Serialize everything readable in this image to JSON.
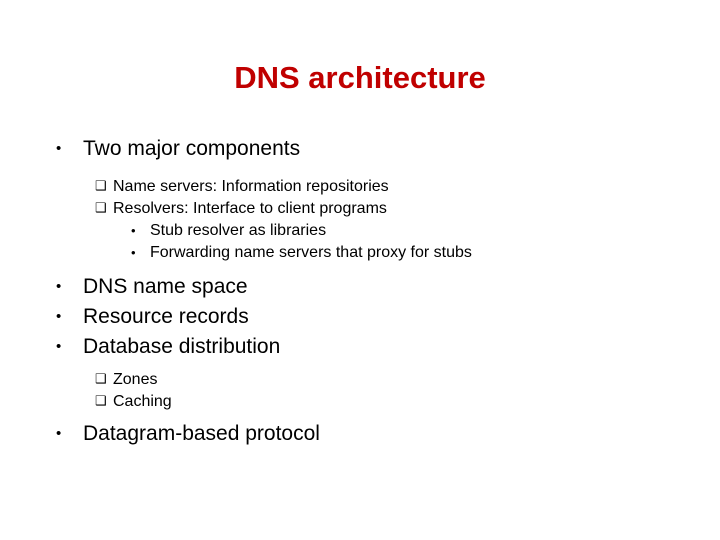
{
  "slide": {
    "background_color": "#FFFFFF",
    "title": "DNS architecture",
    "title_color": "#C00000",
    "body_color": "#000000",
    "markers": {
      "level1": "•",
      "level2": "❑",
      "level3": "•"
    },
    "content": [
      {
        "level": 1,
        "text": "Two major components"
      },
      {
        "level": 2,
        "text": "Name servers: Information repositories"
      },
      {
        "level": 2,
        "text": "Resolvers: Interface to client programs"
      },
      {
        "level": 3,
        "text": "Stub resolver as libraries"
      },
      {
        "level": 3,
        "text": "Forwarding name servers that proxy for stubs"
      },
      {
        "level": 1,
        "text": "DNS name space"
      },
      {
        "level": 1,
        "text": "Resource records"
      },
      {
        "level": 1,
        "text": "Database distribution"
      },
      {
        "level": 2,
        "text": "Zones"
      },
      {
        "level": 2,
        "text": "Caching"
      },
      {
        "level": 1,
        "text": "Datagram-based protocol"
      }
    ]
  }
}
